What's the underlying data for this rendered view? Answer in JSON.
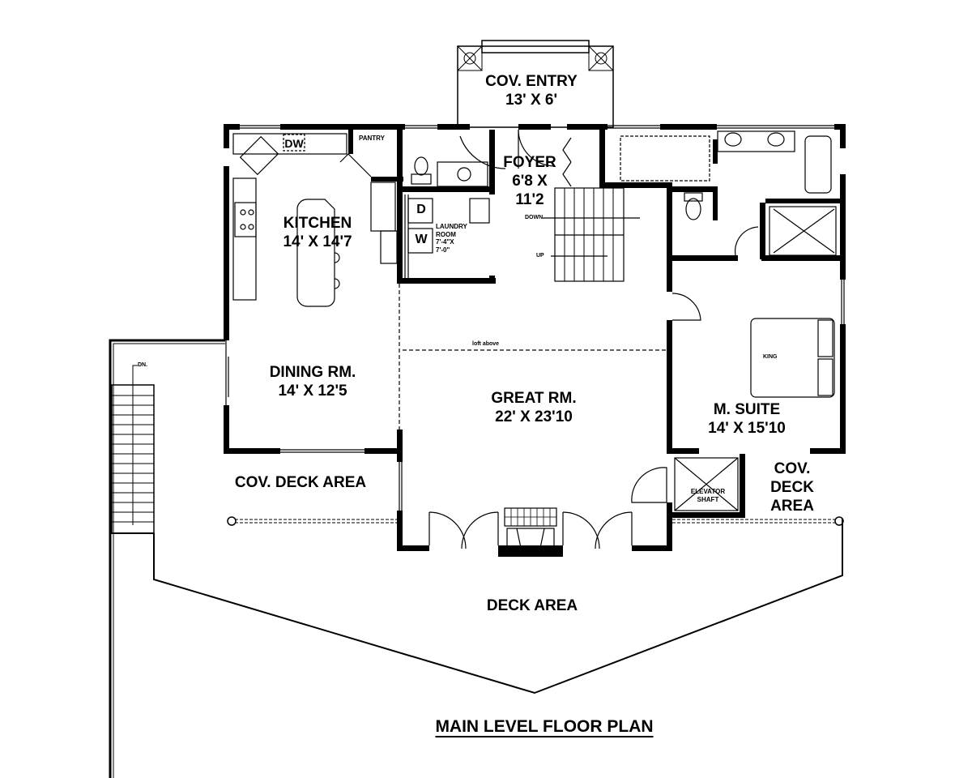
{
  "plan": {
    "title": "MAIN LEVEL FLOOR PLAN",
    "rooms": {
      "cov_entry": {
        "name": "COV. ENTRY",
        "size": "13' X 6'"
      },
      "foyer": {
        "name": "FOYER",
        "size_line1": "6'8 X",
        "size_line2": "11'2"
      },
      "kitchen": {
        "name": "KITCHEN",
        "size": "14' X 14'7"
      },
      "dining": {
        "name": "DINING RM.",
        "size": "14' X 12'5"
      },
      "great": {
        "name": "GREAT RM.",
        "size": "22' X 23'10"
      },
      "suite": {
        "name": "M. SUITE",
        "size": "14' X 15'10"
      },
      "laundry": {
        "line1": "LAUNDRY",
        "line2": "ROOM",
        "line3": "7'-4\"X",
        "line4": "7'-0\""
      },
      "cov_deck_left": {
        "name": "COV. DECK AREA"
      },
      "cov_deck_right": {
        "line1": "COV.",
        "line2": "DECK",
        "line3": "AREA"
      },
      "deck": {
        "name": "DECK AREA"
      },
      "elevator": {
        "line1": "ELEVATOR",
        "line2": "SHAFT"
      }
    },
    "annotations": {
      "pantry": "PANTRY",
      "dw": "DW",
      "dryer": "D",
      "washer": "W",
      "down": "DOWN",
      "up": "UP",
      "loft": "loft above",
      "king": "KING",
      "dn": "DN."
    },
    "colors": {
      "line": "#000000",
      "background": "#ffffff"
    }
  }
}
